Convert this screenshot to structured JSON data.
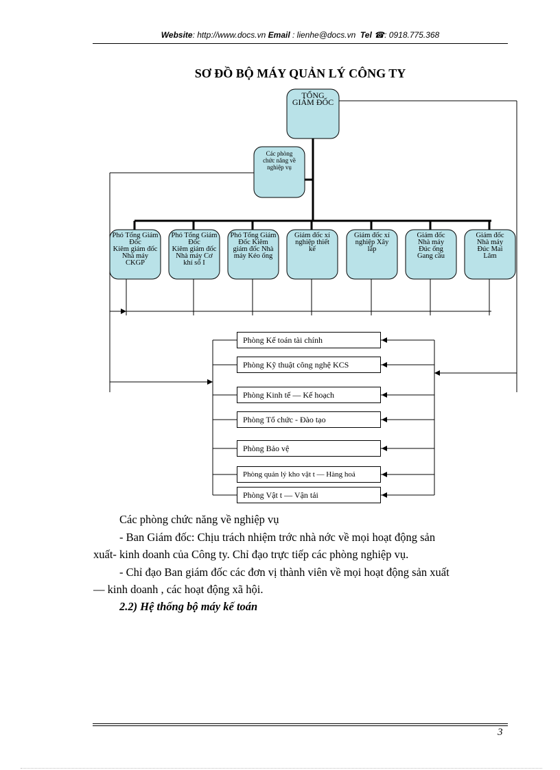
{
  "header": {
    "website_label": "Website",
    "website_value": ": http://www.docs.vn",
    "email_label": "Email",
    "email_value": " : lienhe@docs.vn",
    "tel_label": "Tel",
    "tel_icon": "telephone-icon",
    "tel_value": ": 0918.775.368"
  },
  "title": "SƠ ĐỒ BỘ MÁY QUẢN LÝ CÔNG TY",
  "diagram": {
    "top_node": [
      "TỔNG",
      "GIÁM ĐỐC"
    ],
    "staff_node": [
      "Các phòng",
      "chức năng về",
      "nghiệp vụ"
    ],
    "units": [
      [
        "Phó Tổng Giám",
        "Đốc",
        "Kiêm giám đốc",
        "Nhà máy",
        "CKGP"
      ],
      [
        "Phó Tổng Giám",
        "Đốc",
        "Kiêm giám đốc",
        "Nhà máy Cơ",
        "khí số I"
      ],
      [
        "Phó Tổng Giám",
        "Đốc Kiêm",
        "giám đốc Nhà",
        "máy Kéo ống"
      ],
      [
        "Giám đốc xí",
        "nghiệp thiết",
        "kế"
      ],
      [
        "Giám đốc xí",
        "nghiệp Xây",
        "lắp"
      ],
      [
        "Giám đốc",
        "Nhà máy",
        "Đúc ống",
        "Gang cầu"
      ],
      [
        "Giám đốc",
        "Nhà máy",
        "Đúc Mai",
        "Lâm"
      ]
    ],
    "departments": [
      "Phòng Kế toán tài chính",
      "Phòng Kỹ thuật công nghệ KCS",
      "Phòng Kinh tế — Kế hoạch",
      "Phòng Tổ chức - Đào tạo",
      "Phòng Bảo vệ",
      "Phòng quản lý kho vật t — Hàng hoá",
      "Phòng Vật t — Vận tải"
    ],
    "box_fill": "#b9e2e8"
  },
  "body": {
    "p1": "Các phòng chức năng về nghiệp vụ",
    "p2_line1": "- Ban Giám đốc: Chịu trách nhiệm trớc nhà nớc về mọi hoạt động sản",
    "p2_line2": "xuất- kinh doanh của Công ty. Chỉ đạo trực tiếp các phòng nghiệp vụ.",
    "p3_line1": "- Chỉ đạo Ban giám đốc các đơn vị thành viên về mọi hoạt động sản xuất",
    "p3_line2": "— kinh doanh , các hoạt động xã hội.",
    "heading": "2.2) Hệ thống bộ máy kế toán"
  },
  "footer": {
    "page_number": "3"
  }
}
